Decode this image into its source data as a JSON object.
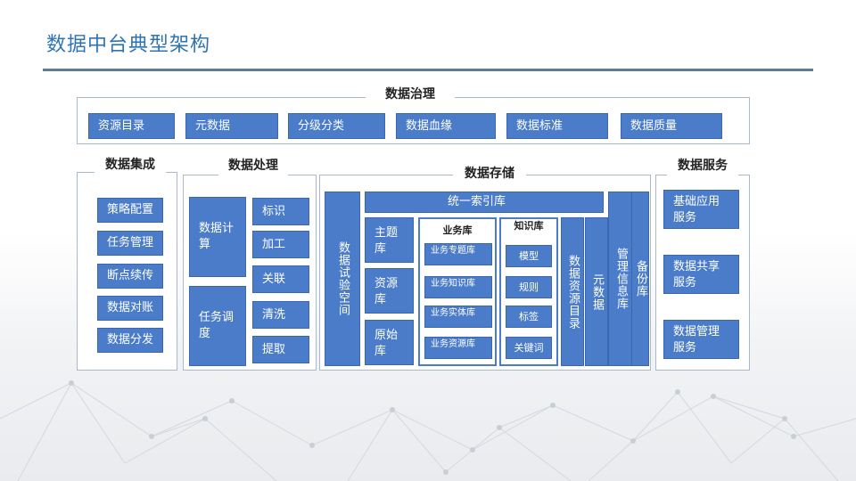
{
  "title": "数据中台典型架构",
  "governance": {
    "label": "数据治理",
    "items": [
      "资源目录",
      "元数据",
      "分级分类",
      "数据血缘",
      "数据标准",
      "数据质量"
    ]
  },
  "integration": {
    "label": "数据集成",
    "items": [
      "策略配置",
      "任务管理",
      "断点续传",
      "数据对账",
      "数据分发"
    ]
  },
  "processing": {
    "label": "数据处理",
    "left": [
      "数据计算",
      "任务调度"
    ],
    "right": [
      "标识",
      "加工",
      "关联",
      "清洗",
      "提取"
    ]
  },
  "storage": {
    "label": "数据存储",
    "trial_space": "数据试验空间",
    "unified_index": "统一索引库",
    "libs": [
      "主题库",
      "资源库",
      "原始库"
    ],
    "business": {
      "title": "业务库",
      "items": [
        "业务专题库",
        "业务知识库",
        "业务实体库",
        "业务资源库"
      ]
    },
    "knowledge": {
      "title": "知识库",
      "items": [
        "模型",
        "规则",
        "标签",
        "关键词"
      ]
    },
    "resource_catalog": "数据资源目录",
    "metadata": "元数据",
    "mgmt_info": "管理信息库",
    "backup": "备份库"
  },
  "service": {
    "label": "数据服务",
    "items": [
      "基础应用服务",
      "数据共享服务",
      "数据管理服务"
    ]
  }
}
